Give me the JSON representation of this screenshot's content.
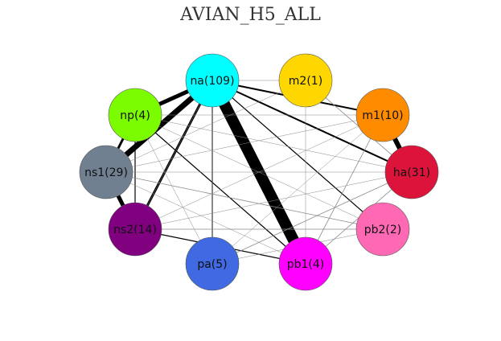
{
  "title": "AVIAN_H5_ALL",
  "nodes": [
    {
      "id": "na",
      "label": "na(109)",
      "color": "#00FFFF"
    },
    {
      "id": "m2",
      "label": "m2(1)",
      "color": "#FFD700"
    },
    {
      "id": "np",
      "label": "np(4)",
      "color": "#7CFC00"
    },
    {
      "id": "m1",
      "label": "m1(10)",
      "color": "#FF8C00"
    },
    {
      "id": "ns1",
      "label": "ns1(29)",
      "color": "#708090"
    },
    {
      "id": "ha",
      "label": "ha(31)",
      "color": "#DC143C"
    },
    {
      "id": "ns2",
      "label": "ns2(14)",
      "color": "#800080"
    },
    {
      "id": "pb2",
      "label": "pb2(2)",
      "color": "#FF69B4"
    },
    {
      "id": "pa",
      "label": "pa(5)",
      "color": "#4169E1"
    },
    {
      "id": "pb1",
      "label": "pb1(4)",
      "color": "#FF00FF"
    }
  ],
  "edges": [
    {
      "source": "na",
      "target": "pb1",
      "weight": 14
    },
    {
      "source": "na",
      "target": "ns1",
      "weight": 7
    },
    {
      "source": "na",
      "target": "np",
      "weight": 5
    },
    {
      "source": "np",
      "target": "ns1",
      "weight": 3
    },
    {
      "source": "ns1",
      "target": "ns2",
      "weight": 5
    },
    {
      "source": "m1",
      "target": "ha",
      "weight": 6
    },
    {
      "source": "na",
      "target": "ns2",
      "weight": 3
    },
    {
      "source": "na",
      "target": "ha",
      "weight": 2
    },
    {
      "source": "na",
      "target": "m1",
      "weight": 2
    },
    {
      "source": "na",
      "target": "pb2",
      "weight": 1.2
    },
    {
      "source": "na",
      "target": "pa",
      "weight": 1.2
    },
    {
      "source": "np",
      "target": "ns2",
      "weight": 1.2
    },
    {
      "source": "np",
      "target": "pb1",
      "weight": 1.2
    },
    {
      "source": "ns2",
      "target": "pb1",
      "weight": 1.2
    },
    {
      "source": "m2",
      "target": "ha",
      "weight": 0.8
    },
    {
      "source": "ns1",
      "target": "pb2",
      "weight": 0.8
    },
    {
      "source": "ns2",
      "target": "pb2",
      "weight": 0.8
    },
    {
      "source": "pb1",
      "target": "m1",
      "weight": 0.8
    },
    {
      "source": "pb1",
      "target": "ha",
      "weight": 0.8
    },
    {
      "source": "pa",
      "target": "ha",
      "weight": 0.8
    },
    {
      "source": "na",
      "target": "m2",
      "weight": 0.5
    },
    {
      "source": "np",
      "target": "m1",
      "weight": 0.5
    },
    {
      "source": "np",
      "target": "ha",
      "weight": 0.5
    },
    {
      "source": "np",
      "target": "pb2",
      "weight": 0.5
    },
    {
      "source": "ns1",
      "target": "m1",
      "weight": 0.5
    },
    {
      "source": "ns1",
      "target": "ha",
      "weight": 0.5
    },
    {
      "source": "ns1",
      "target": "pb1",
      "weight": 0.5
    },
    {
      "source": "ns2",
      "target": "ha",
      "weight": 0.5
    },
    {
      "source": "m2",
      "target": "pb1",
      "weight": 0.5
    },
    {
      "source": "m2",
      "target": "ns1",
      "weight": 0.5
    },
    {
      "source": "m1",
      "target": "ns2",
      "weight": 0.5
    },
    {
      "source": "m1",
      "target": "pa",
      "weight": 0.5
    },
    {
      "source": "na",
      "target": "ns2",
      "weight": 0.5
    },
    {
      "source": "pa",
      "target": "pb2",
      "weight": 0.5
    },
    {
      "source": "np",
      "target": "pa",
      "weight": 0.5
    },
    {
      "source": "na",
      "target": "pa",
      "weight": 0.5
    }
  ]
}
